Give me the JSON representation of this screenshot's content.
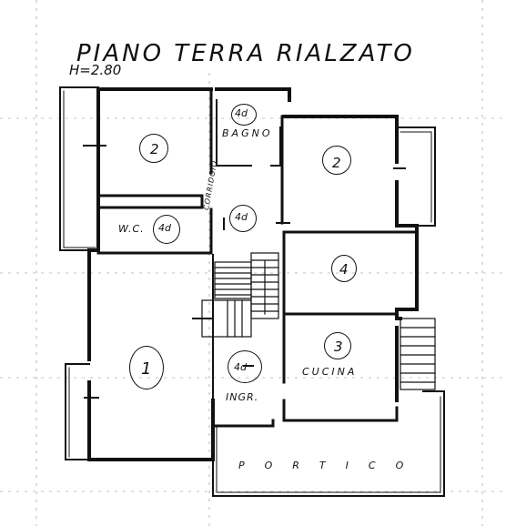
{
  "title": "PIANO TERRA RIALZATO",
  "height": "H=2.80",
  "rooms": {
    "r2a": "2",
    "r2b": "2",
    "r4": "4",
    "r3": "3",
    "r1": "1",
    "wc_num": "4d",
    "bagno_num": "4d",
    "corr_num": "4d",
    "ingr_num": "4d"
  },
  "labels": {
    "bagno": "BAGNO",
    "wc": "W.C.",
    "corridoio": "CORRIDOIO",
    "cucina": "CUCINA",
    "ingr": "INGR.",
    "portico": "PORTICO"
  }
}
